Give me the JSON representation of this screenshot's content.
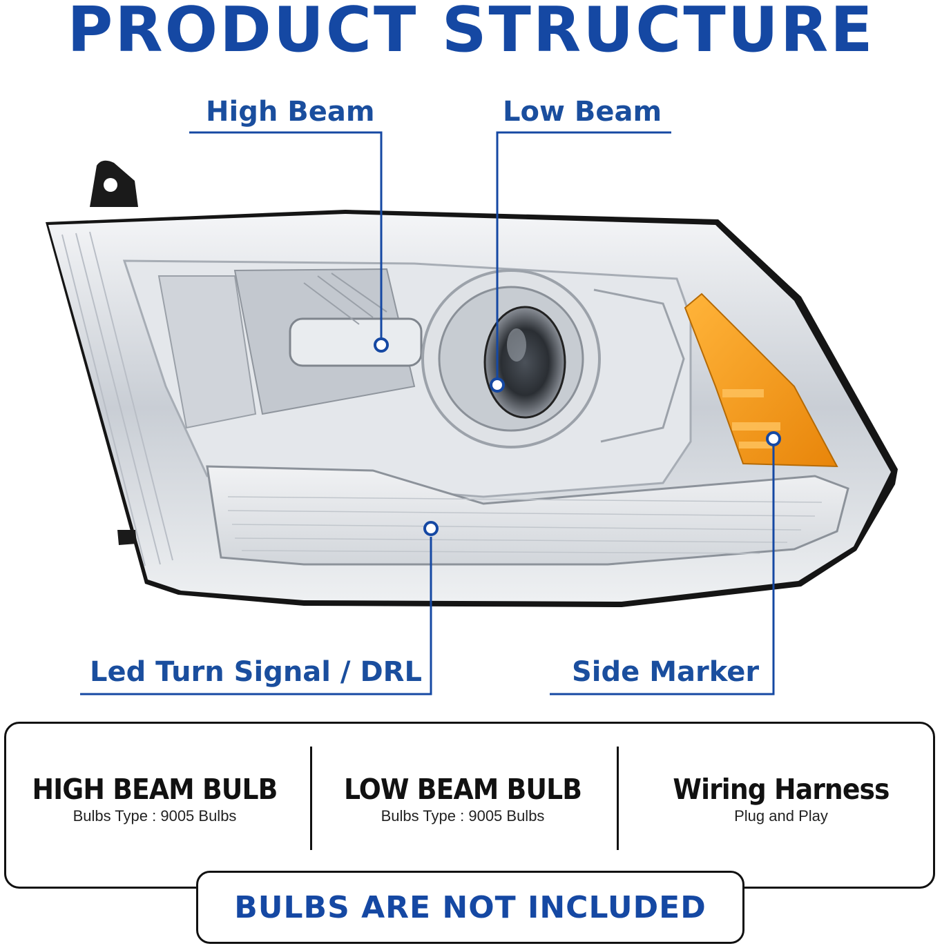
{
  "title": "PRODUCT STRUCTURE",
  "callouts": {
    "high_beam": "High Beam",
    "low_beam": "Low Beam",
    "turn_signal": "Led Turn Signal / DRL",
    "side_marker": "Side Marker"
  },
  "features": [
    {
      "title": "HIGH BEAM BULB",
      "subtitle": "Bulbs Type : 9005 Bulbs"
    },
    {
      "title": "LOW BEAM BULB",
      "subtitle": "Bulbs Type : 9005 Bulbs"
    },
    {
      "title": "Wiring Harness",
      "subtitle": "Plug and Play"
    }
  ],
  "notice": "BULBS ARE NOT INCLUDED",
  "colors": {
    "accent": "#1548a3",
    "amber": "#f29a0e",
    "chrome": "#d9dde2",
    "housing": "#1a1a1a"
  }
}
